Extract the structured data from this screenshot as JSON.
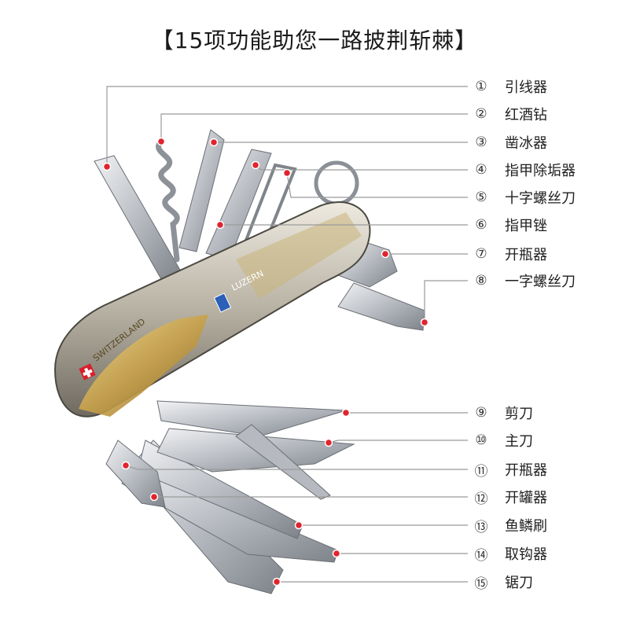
{
  "title": "【15项功能助您一路披荆斩棘】",
  "knife_text": {
    "country": "SWITZERLAND",
    "city": "LUZERN"
  },
  "colors": {
    "leader": "#9a9a9a",
    "dot": "#e0242f",
    "steel": "#c9ccd0",
    "gold": "#c9a24a"
  },
  "callouts": [
    {
      "num": "①",
      "label": "引线器"
    },
    {
      "num": "②",
      "label": "红酒钻"
    },
    {
      "num": "③",
      "label": "凿冰器"
    },
    {
      "num": "④",
      "label": "指甲除垢器"
    },
    {
      "num": "⑤",
      "label": "十字螺丝刀"
    },
    {
      "num": "⑥",
      "label": "指甲锉"
    },
    {
      "num": "⑦",
      "label": "开瓶器"
    },
    {
      "num": "⑧",
      "label": "一字螺丝刀"
    },
    {
      "num": "⑨",
      "label": "剪刀"
    },
    {
      "num": "⑩",
      "label": "主刀"
    },
    {
      "num": "⑪",
      "label": "开瓶器"
    },
    {
      "num": "⑫",
      "label": "开罐器"
    },
    {
      "num": "⑬",
      "label": "鱼鳞刷"
    },
    {
      "num": "⑭",
      "label": "取钩器"
    },
    {
      "num": "⑮",
      "label": "锯刀"
    }
  ]
}
